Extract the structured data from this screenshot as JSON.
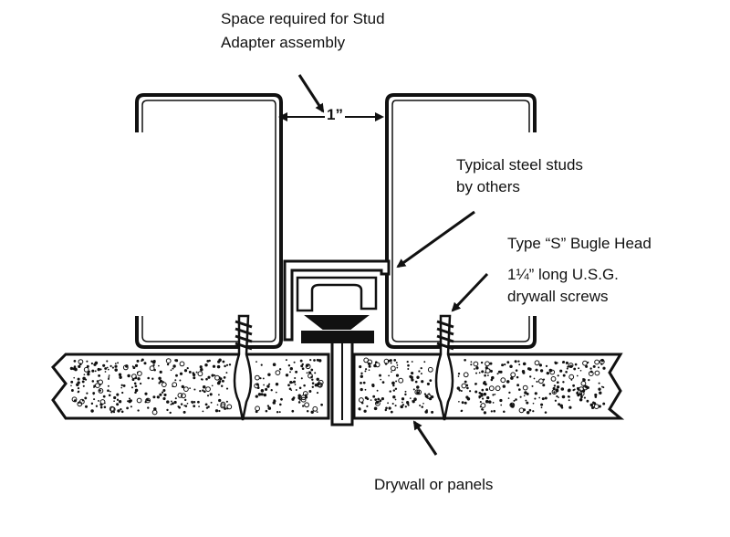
{
  "labels": {
    "space_required_line1": "Space required for Stud",
    "space_required_line2": "Adapter assembly",
    "dimension": "1”",
    "steel_studs_line1": "Typical steel studs",
    "steel_studs_line2": "by others",
    "screw_type": "Type “S” Bugle Head",
    "screw_size_line1": "1¼” long U.S.G.",
    "screw_size_line2": "drywall screws",
    "drywall": "Drywall or panels"
  },
  "colors": {
    "ink": "#111111",
    "background": "#ffffff"
  }
}
